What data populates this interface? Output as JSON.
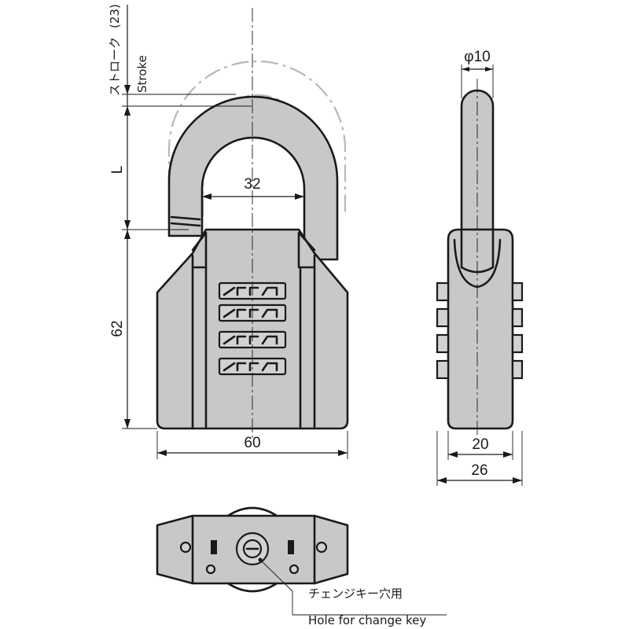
{
  "dimensions": {
    "stroke_jp": "ストローク",
    "stroke_value": "(23)",
    "stroke_en": "Stroke",
    "shackle_length": "L",
    "shackle_inner_width": "32",
    "body_height": "62",
    "body_width": "60",
    "shackle_diameter": "φ10",
    "body_depth_inner": "20",
    "body_depth_outer": "26"
  },
  "callout": {
    "label_jp": "チェンジキー穴用",
    "label_en": "Hole for change key"
  },
  "colors": {
    "line": "#1a1a1a",
    "body_fill": "#c8c8c8",
    "ghost": "#b8b8b8",
    "background": "#ffffff"
  }
}
